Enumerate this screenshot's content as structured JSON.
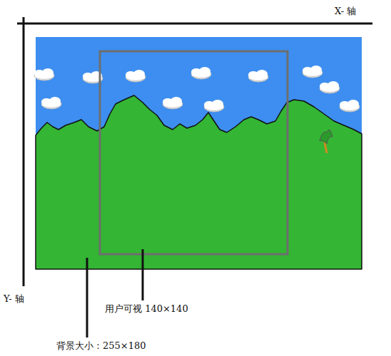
{
  "diagram": {
    "labels": [
      "X- 轴",
      "Y- 轴",
      "用户可视 140×140",
      "背景大小：255×180"
    ]
  }
}
